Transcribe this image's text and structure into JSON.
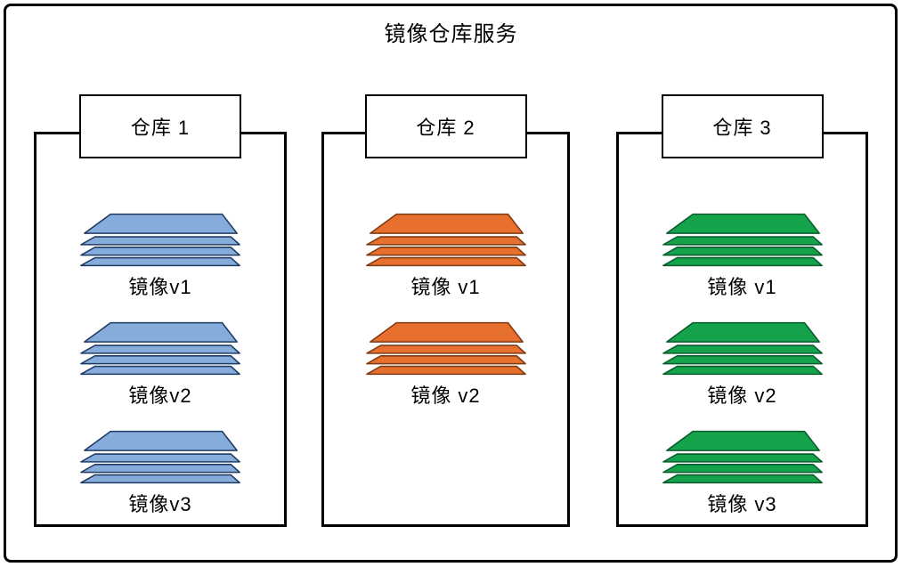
{
  "title": "镜像仓库服务",
  "palette": {
    "blue": {
      "fill": "#85ACDB",
      "stroke": "#1F3B64"
    },
    "orange": {
      "fill": "#E8702E",
      "stroke": "#7E3A12"
    },
    "green": {
      "fill": "#14A24B",
      "stroke": "#0A5C2C"
    }
  },
  "repositories": [
    {
      "name": "仓库 1",
      "color": "blue",
      "images": [
        "镜像v1",
        "镜像v2",
        "镜像v3"
      ]
    },
    {
      "name": "仓库 2",
      "color": "orange",
      "images": [
        "镜像 v1",
        "镜像 v2"
      ]
    },
    {
      "name": "仓库 3",
      "color": "green",
      "images": [
        "镜像 v1",
        "镜像 v2",
        "镜像 v3"
      ]
    }
  ]
}
